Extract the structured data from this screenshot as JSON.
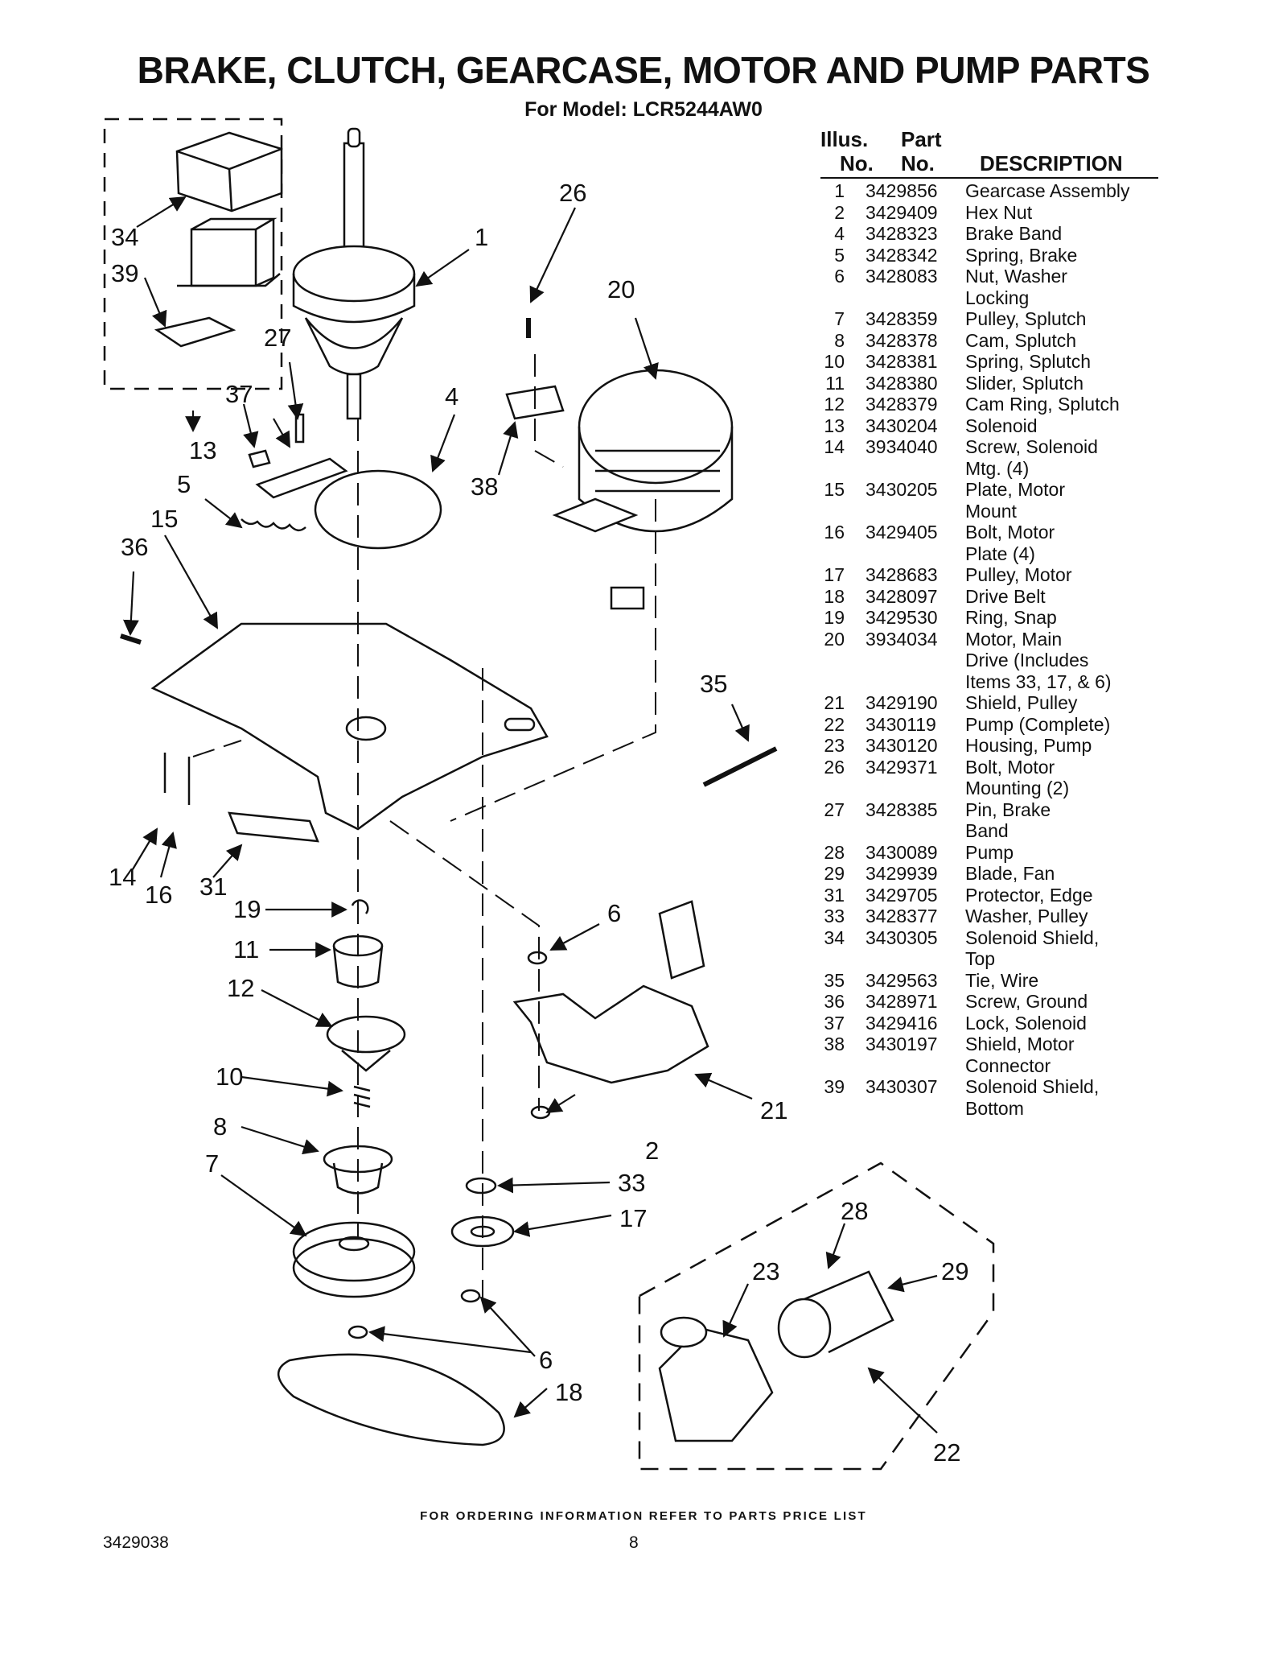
{
  "title": "BRAKE, CLUTCH, GEARCASE, MOTOR AND PUMP PARTS",
  "subtitle": "For Model: LCR5244AW0",
  "table": {
    "headers": {
      "illus_line1": "Illus.",
      "illus_line2": "No.",
      "part_line1": "Part",
      "part_line2": "No.",
      "description": "DESCRIPTION"
    },
    "rows": [
      {
        "no": "1",
        "part": "3429856",
        "desc": "Gearcase Assembly"
      },
      {
        "no": "2",
        "part": "3429409",
        "desc": "Hex Nut"
      },
      {
        "no": "4",
        "part": "3428323",
        "desc": "Brake Band"
      },
      {
        "no": "5",
        "part": "3428342",
        "desc": "Spring, Brake"
      },
      {
        "no": "6",
        "part": "3428083",
        "desc": "Nut, Washer\nLocking"
      },
      {
        "no": "7",
        "part": "3428359",
        "desc": "Pulley, Splutch"
      },
      {
        "no": "8",
        "part": "3428378",
        "desc": "Cam, Splutch"
      },
      {
        "no": "10",
        "part": "3428381",
        "desc": "Spring, Splutch"
      },
      {
        "no": "11",
        "part": "3428380",
        "desc": "Slider, Splutch"
      },
      {
        "no": "12",
        "part": "3428379",
        "desc": "Cam Ring, Splutch"
      },
      {
        "no": "13",
        "part": "3430204",
        "desc": "Solenoid"
      },
      {
        "no": "14",
        "part": "3934040",
        "desc": "Screw, Solenoid\nMtg. (4)"
      },
      {
        "no": "15",
        "part": "3430205",
        "desc": "Plate, Motor\nMount"
      },
      {
        "no": "16",
        "part": "3429405",
        "desc": "Bolt, Motor\nPlate (4)"
      },
      {
        "no": "17",
        "part": "3428683",
        "desc": "Pulley, Motor"
      },
      {
        "no": "18",
        "part": "3428097",
        "desc": "Drive Belt"
      },
      {
        "no": "19",
        "part": "3429530",
        "desc": "Ring, Snap"
      },
      {
        "no": "20",
        "part": "3934034",
        "desc": "Motor, Main\nDrive (Includes\nItems 33, 17, & 6)"
      },
      {
        "no": "21",
        "part": "3429190",
        "desc": "Shield, Pulley"
      },
      {
        "no": "22",
        "part": "3430119",
        "desc": "Pump (Complete)"
      },
      {
        "no": "23",
        "part": "3430120",
        "desc": "Housing, Pump"
      },
      {
        "no": "26",
        "part": "3429371",
        "desc": "Bolt, Motor\nMounting (2)"
      },
      {
        "no": "27",
        "part": "3428385",
        "desc": "Pin, Brake\nBand"
      },
      {
        "no": "28",
        "part": "3430089",
        "desc": "Pump"
      },
      {
        "no": "29",
        "part": "3429939",
        "desc": "Blade, Fan"
      },
      {
        "no": "31",
        "part": "3429705",
        "desc": "Protector, Edge"
      },
      {
        "no": "33",
        "part": "3428377",
        "desc": "Washer, Pulley"
      },
      {
        "no": "34",
        "part": "3430305",
        "desc": "Solenoid Shield,\nTop"
      },
      {
        "no": "35",
        "part": "3429563",
        "desc": "Tie, Wire"
      },
      {
        "no": "36",
        "part": "3428971",
        "desc": "Screw, Ground"
      },
      {
        "no": "37",
        "part": "3429416",
        "desc": "Lock, Solenoid"
      },
      {
        "no": "38",
        "part": "3430197",
        "desc": "Shield, Motor\nConnector"
      },
      {
        "no": "39",
        "part": "3430307",
        "desc": "Solenoid Shield,\nBottom"
      }
    ]
  },
  "callouts": {
    "c1": "1",
    "c2": "2",
    "c4": "4",
    "c5": "5",
    "c6a": "6",
    "c6b": "6",
    "c7": "7",
    "c8": "8",
    "c10": "10",
    "c11": "11",
    "c12": "12",
    "c13": "13",
    "c14": "14",
    "c15": "15",
    "c16": "16",
    "c17": "17",
    "c18": "18",
    "c19": "19",
    "c20": "20",
    "c21": "21",
    "c22": "22",
    "c23": "23",
    "c26": "26",
    "c27": "27",
    "c28": "28",
    "c29": "29",
    "c31": "31",
    "c33": "33",
    "c34": "34",
    "c35": "35",
    "c36": "36",
    "c37": "37",
    "c38": "38",
    "c39": "39"
  },
  "footer": "FOR ORDERING INFORMATION REFER TO PARTS PRICE LIST",
  "doc_number": "3429038",
  "page_number": "8"
}
